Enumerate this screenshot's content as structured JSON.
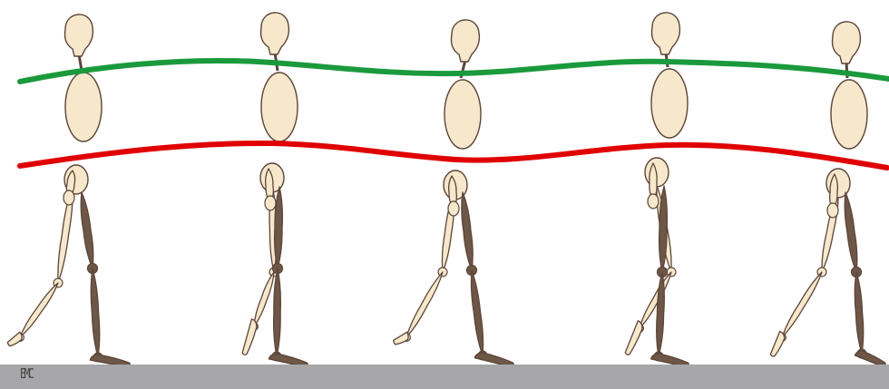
{
  "colors": {
    "background": "#ffffff",
    "ground": "#a7a7a9",
    "bone_fill": "#f8e8cb",
    "outline": "#5b4538",
    "near_leg": "#6e5746",
    "shoulder_line": "#1a9a3c",
    "hip_line": "#e00000",
    "signature": "#444444"
  },
  "guide_lines": [
    {
      "name": "shoulder-level-line",
      "color_key": "shoulder_line"
    },
    {
      "name": "hip-level-line",
      "color_key": "hip_line"
    }
  ],
  "ground": {
    "name": "ground-strip"
  },
  "figures": [
    {
      "name": "walk-pose-1",
      "gait_phase": "toe-off"
    },
    {
      "name": "walk-pose-2",
      "gait_phase": "mid-swing"
    },
    {
      "name": "walk-pose-3",
      "gait_phase": "heel-strike"
    },
    {
      "name": "walk-pose-4",
      "gait_phase": "toe-off"
    },
    {
      "name": "walk-pose-5",
      "gait_phase": "mid-swing"
    }
  ],
  "signature": {
    "text": "EMC",
    "icon": "artist-signature-icon"
  }
}
